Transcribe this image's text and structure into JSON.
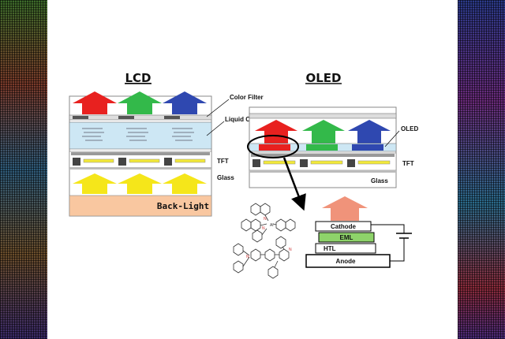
{
  "headings": {
    "lcd": "LCD",
    "oled": "OLED"
  },
  "lcd": {
    "color_filter": "Color Filter",
    "liquid_crystal": "Liquid Crystal",
    "tft": "TFT",
    "glass": "Glass",
    "backlight": "Back-Light"
  },
  "oled": {
    "oled_label": "OLED",
    "tft": "TFT",
    "glass": "Glass"
  },
  "stack": {
    "cathode": "Cathode",
    "eml": "EML",
    "htl": "HTL",
    "anode": "Anode"
  },
  "colors": {
    "red": "#e8211f",
    "green": "#33b94a",
    "blue": "#2f48b0",
    "yellow": "#f5e61a",
    "backlight": "#f9c7a0",
    "lc_blue": "#cde7f4",
    "eml_green": "#8ed36a",
    "salmon": "#f0937a"
  }
}
